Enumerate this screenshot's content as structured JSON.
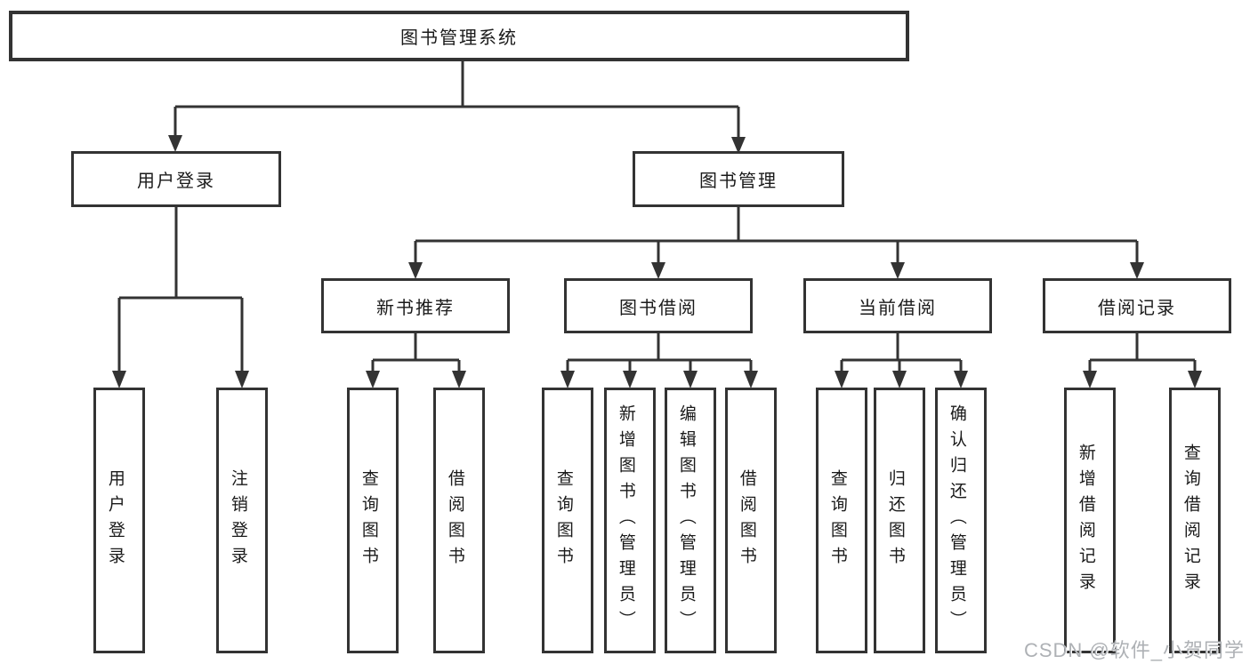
{
  "diagram": {
    "root": "图书管理系统",
    "level2": [
      {
        "label": "用户登录",
        "leaves": [
          "用户登录",
          "注销登录"
        ]
      },
      {
        "label": "图书管理",
        "groups": [
          {
            "label": "新书推荐",
            "leaves": [
              "查询图书",
              "借阅图书"
            ]
          },
          {
            "label": "图书借阅",
            "leaves": [
              "查询图书",
              "新增图书（管理员）",
              "编辑图书（管理员）",
              "借阅图书"
            ]
          },
          {
            "label": "当前借阅",
            "leaves": [
              "查询图书",
              "归还图书",
              "确认归还（管理员）"
            ]
          },
          {
            "label": "借阅记录",
            "leaves": [
              "新增借阅记录",
              "查询借阅记录"
            ]
          }
        ]
      }
    ]
  },
  "watermark": "CSDN @软件_小贺同学",
  "colors": {
    "line": "#333333",
    "box_border": "#333333",
    "text": "#1a1a1a",
    "watermark": "#aeb1b5",
    "background": "#ffffff"
  }
}
